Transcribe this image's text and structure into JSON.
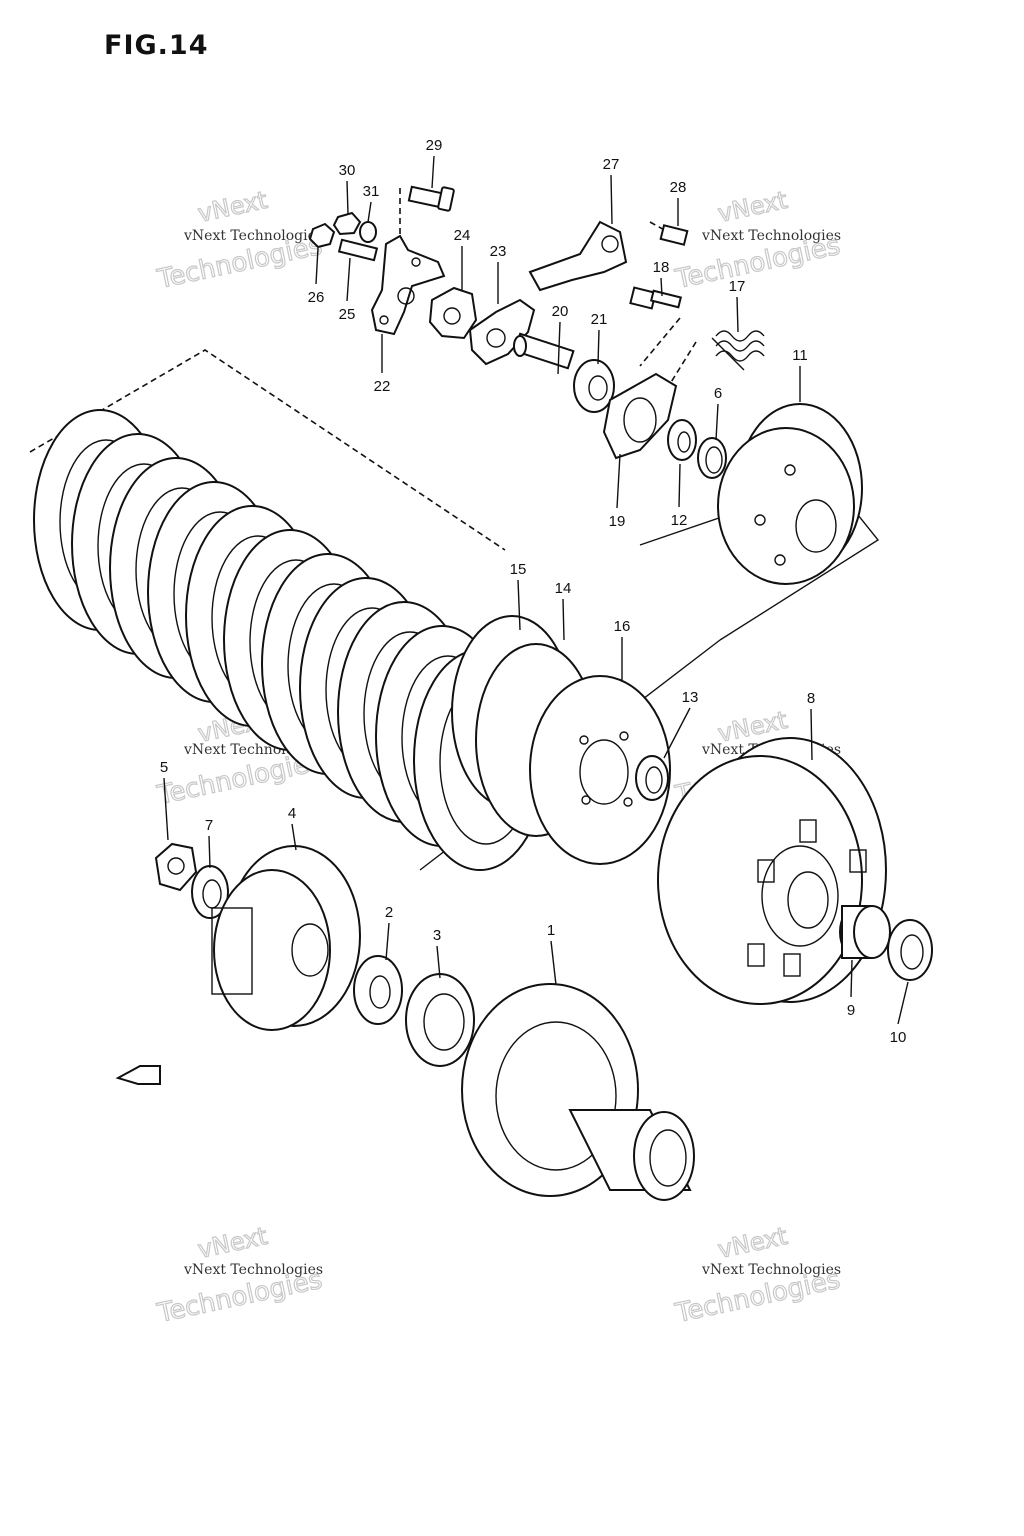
{
  "figure": {
    "title": "FIG.14"
  },
  "labels": [
    "1",
    "2",
    "3",
    "4",
    "5",
    "6",
    "7",
    "8",
    "9",
    "10",
    "11",
    "12",
    "13",
    "14",
    "15",
    "16",
    "17",
    "18",
    "19",
    "20",
    "21",
    "22",
    "23",
    "24",
    "25",
    "26",
    "27",
    "28",
    "29",
    "30",
    "31"
  ],
  "watermark": {
    "line_small": "vNext Technologies",
    "line_large": "Technologies",
    "line_top": "vNext"
  },
  "colors": {
    "line": "#111111",
    "watermark": "#c8c8c8",
    "background": "#ffffff"
  }
}
